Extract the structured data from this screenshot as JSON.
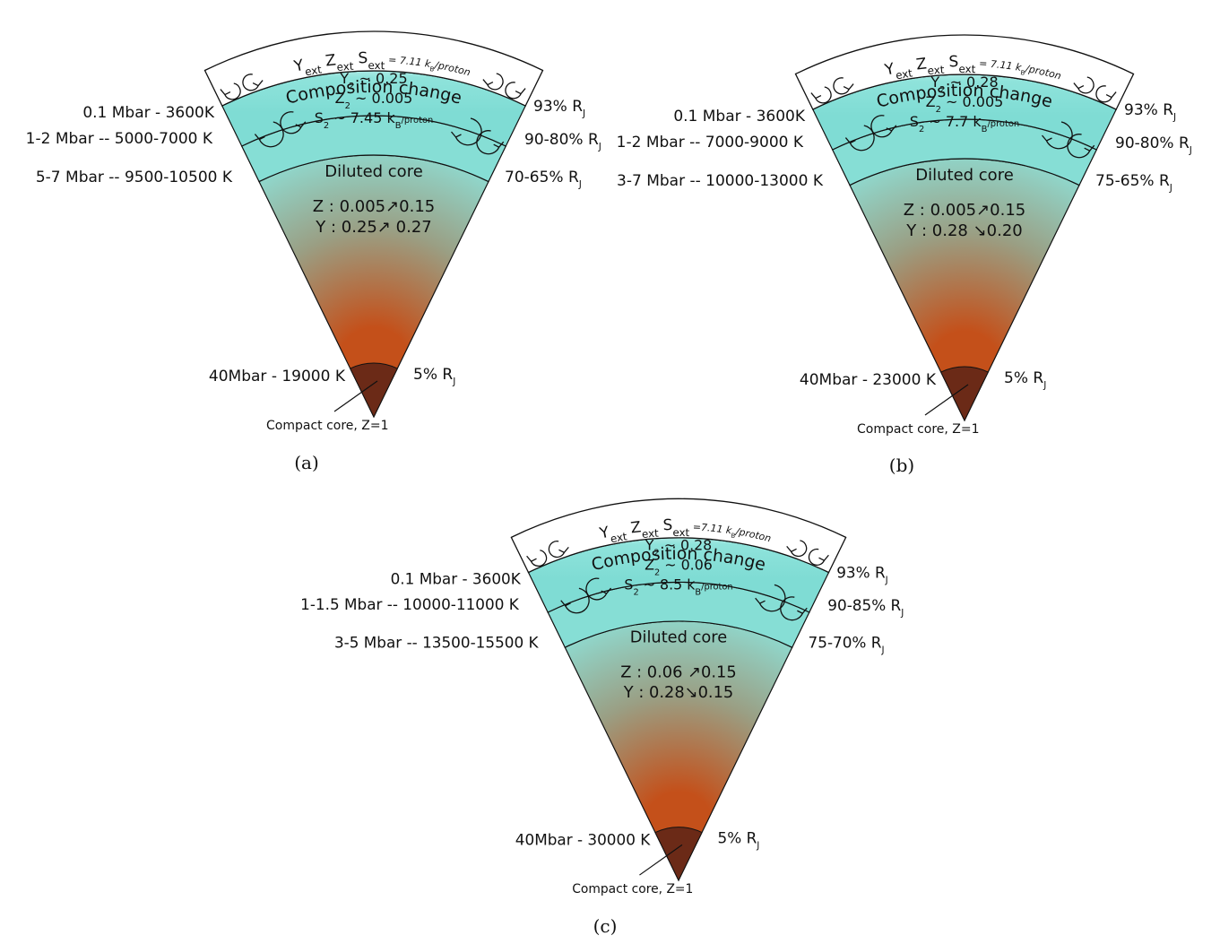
{
  "colors": {
    "outer_envelope": "#ffffff",
    "composition_layer": "#7fe0d8",
    "core_top": "#8fdcd2",
    "core_bottom": "#c4501a",
    "compact_core": "#6b2a17",
    "outline": "#111111"
  },
  "panels": [
    {
      "caption": "(a)",
      "outer": {
        "Y": "Y",
        "Y_sub": "ext",
        "Z": "Z",
        "Z_sub": "ext",
        "S": "S",
        "S_sub": "ext",
        "S_value": "= 7.11 k",
        "S_value_sub": "B",
        "S_value_end": "/proton"
      },
      "composition_label": "Composition change",
      "Y2": {
        "lhs": "Y",
        "sub": "2",
        "rhs": "~ 0.25"
      },
      "Z2": {
        "lhs": "Z",
        "sub": "2",
        "rhs": "~ 0.005"
      },
      "S2": {
        "lhs": "S",
        "sub": "2",
        "rhs": "~ 7.45 k",
        "unit_sub": "B",
        "unit_end": "/proton"
      },
      "core_title": "Diluted core",
      "core_Z": "Z : 0.005↗0.15",
      "core_Y": "Y : 0.25↗ 0.27",
      "left_labels": [
        "0.1 Mbar - 3600K",
        "1-2 Mbar -- 5000-7000 K",
        "5-7 Mbar -- 9500-10500 K",
        "40Mbar - 19000 K"
      ],
      "right_labels": [
        {
          "text": "93% R",
          "sub": "J"
        },
        {
          "text": "90-80% R",
          "sub": "J"
        },
        {
          "text": "70-65% R",
          "sub": "J"
        },
        {
          "text": "5% R",
          "sub": "J"
        }
      ],
      "compact_core_label": "Compact core, Z=1"
    },
    {
      "caption": "(b)",
      "outer": {
        "Y": "Y",
        "Y_sub": "ext",
        "Z": "Z",
        "Z_sub": "ext",
        "S": "S",
        "S_sub": "ext",
        "S_value": "= 7.11 k",
        "S_value_sub": "B",
        "S_value_end": "/proton"
      },
      "composition_label": "Composition change",
      "Y2": {
        "lhs": "Y",
        "sub": "2",
        "rhs": "~ 0.28"
      },
      "Z2": {
        "lhs": "Z",
        "sub": "2",
        "rhs": "~ 0.005"
      },
      "S2": {
        "lhs": "S",
        "sub": "2",
        "rhs": "~ 7.7 k",
        "unit_sub": "B",
        "unit_end": "/proton"
      },
      "core_title": "Diluted core",
      "core_Z": "Z : 0.005↗0.15",
      "core_Y": "Y : 0.28 ↘0.20",
      "left_labels": [
        "0.1 Mbar - 3600K",
        "1-2 Mbar -- 7000-9000 K",
        "3-7 Mbar -- 10000-13000 K",
        "40Mbar - 23000 K"
      ],
      "right_labels": [
        {
          "text": "93% R",
          "sub": "J"
        },
        {
          "text": "90-80% R",
          "sub": "J"
        },
        {
          "text": "75-65% R",
          "sub": "J"
        },
        {
          "text": "5% R",
          "sub": "J"
        }
      ],
      "compact_core_label": "Compact core, Z=1"
    },
    {
      "caption": "(c)",
      "outer": {
        "Y": "Y",
        "Y_sub": "ext",
        "Z": "Z",
        "Z_sub": "ext",
        "S": "S",
        "S_sub": "ext",
        "S_value": "=7.11 k",
        "S_value_sub": "B",
        "S_value_end": "/proton"
      },
      "composition_label": "Composition change",
      "Y2": {
        "lhs": "Y",
        "sub": "2",
        "rhs": "~ 0.28"
      },
      "Z2": {
        "lhs": "Z",
        "sub": "2",
        "rhs": "~ 0.06"
      },
      "S2": {
        "lhs": "S",
        "sub": "2",
        "rhs": "~ 8.5 k",
        "unit_sub": "B",
        "unit_end": "/proton"
      },
      "core_title": "Diluted core",
      "core_Z": "Z : 0.06 ↗0.15",
      "core_Y": "Y : 0.28↘0.15",
      "left_labels": [
        "0.1 Mbar - 3600K",
        "1-1.5 Mbar -- 10000-11000 K",
        "3-5 Mbar -- 13500-15500 K",
        "40Mbar - 30000 K"
      ],
      "right_labels": [
        {
          "text": "93% R",
          "sub": "J"
        },
        {
          "text": "90-85% R",
          "sub": "J"
        },
        {
          "text": "75-70% R",
          "sub": "J"
        },
        {
          "text": "5% R",
          "sub": "J"
        }
      ],
      "compact_core_label": "Compact core, Z=1"
    }
  ]
}
